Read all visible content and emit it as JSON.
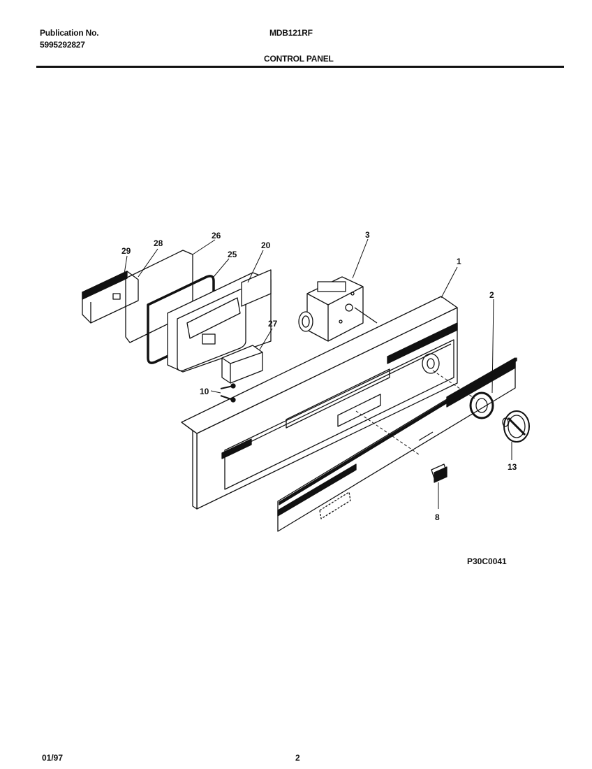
{
  "header": {
    "publication_label": "Publication No.",
    "publication_number": "5995292827",
    "model": "MDB121RF",
    "section_title": "CONTROL PANEL"
  },
  "callouts": {
    "c1": "1",
    "c2": "2",
    "c3": "3",
    "c8": "8",
    "c10": "10",
    "c13": "13",
    "c20": "20",
    "c25": "25",
    "c26": "26",
    "c27": "27",
    "c28": "28",
    "c29": "29"
  },
  "figure_code": "P30C0041",
  "footer": {
    "date": "01/97",
    "page": "2"
  }
}
